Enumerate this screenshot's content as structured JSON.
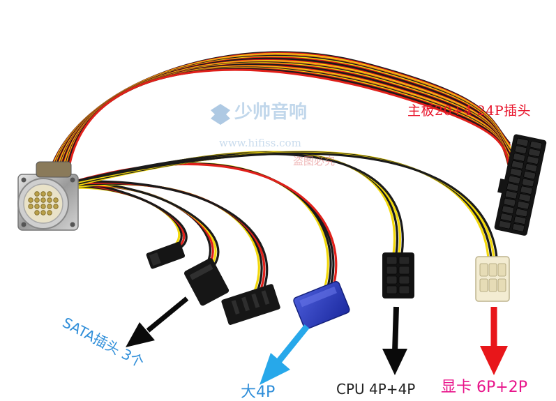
{
  "labels": {
    "mainboard": "主板20+4 24P插头",
    "sata": "SATA插头 3个",
    "big4p": "大4P",
    "cpu": "CPU 4P+4P",
    "gpu": "显卡 6P+2P"
  },
  "watermark": {
    "title": "少帅音响",
    "url": "www.hifiss.com",
    "note": "盗图必究"
  },
  "colors": {
    "wire_black": "#1a1a1a",
    "wire_red": "#e0201a",
    "wire_yellow": "#f2d80c",
    "wire_orange": "#f07a1a",
    "arrow_black": "#0a0a0a",
    "arrow_blue": "#27a8ea",
    "arrow_red": "#e8161a",
    "label_red": "#e8132a",
    "label_blue": "#2f8ed9",
    "label_pink": "#e8148a"
  }
}
